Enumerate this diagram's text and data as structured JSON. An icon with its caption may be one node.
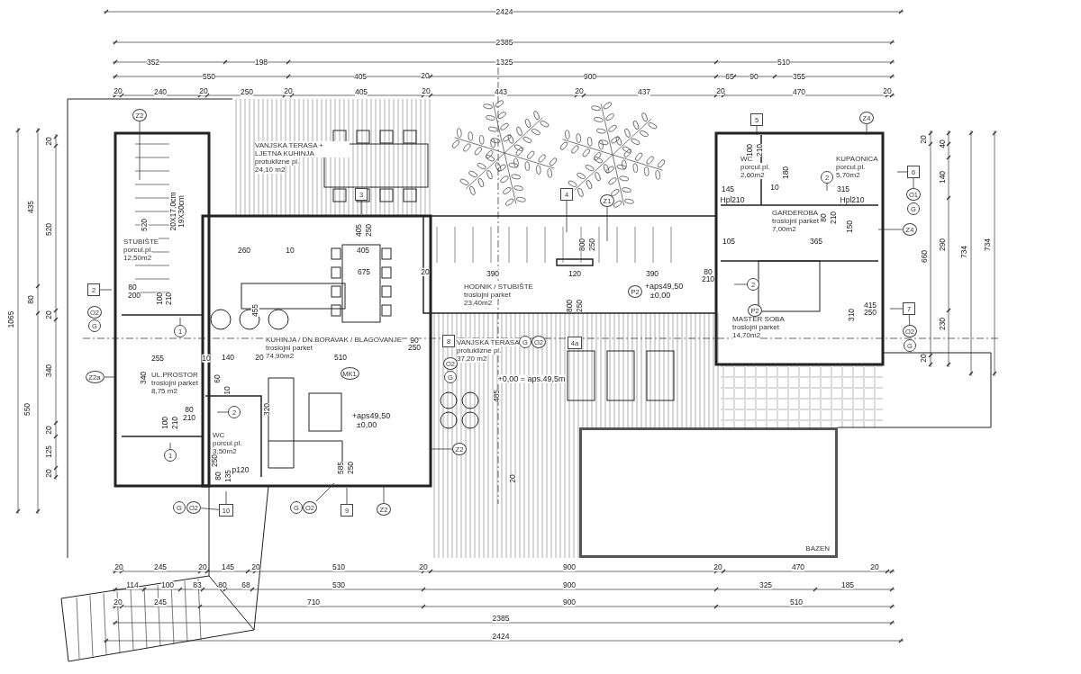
{
  "diagram": {
    "nodes": [
      {
        "text": [
          "VANJSKA TERASA + LJETNA KUHINJA",
          "protuklizne pl.",
          "24,10 m2"
        ]
      },
      {
        "text": [
          "STUBIŠTE",
          "porcul.pl.",
          "12,50m2"
        ]
      },
      {
        "text": [
          "KUHINJA / DN.BORAVAK / BLAGOVANJE",
          "troslojni parket",
          "74,90m2"
        ]
      },
      {
        "text": [
          "HODNIK / STUBIŠTE",
          "troslojni parket",
          "23,40m2"
        ]
      },
      {
        "text": [
          "UL.PROSTOR",
          "troslojni parket",
          "8,75 m2"
        ]
      },
      {
        "text": [
          "WC",
          "porcul.pl.",
          "3,50m2"
        ]
      },
      {
        "text": [
          "VANJSKA TERASA",
          "protuklizne pl.",
          "37,20 m2"
        ]
      },
      {
        "text": [
          "WC",
          "porcul.pl.",
          "2,60m2"
        ]
      },
      {
        "text": [
          "KUPAONICA",
          "porcul.pl.",
          "5,70m2"
        ]
      },
      {
        "text": [
          "GARDEROBA",
          "troslojni parket",
          "7,00m2"
        ]
      },
      {
        "text": [
          "MASTER SOBA",
          "troslojni parket",
          "14,70m2"
        ]
      },
      {
        "text": [
          "BAZEN"
        ]
      },
      {
        "text": [
          "Z2"
        ]
      },
      {
        "text": [
          "3"
        ]
      },
      {
        "text": [
          "4"
        ]
      },
      {
        "text": [
          "Z1"
        ]
      },
      {
        "text": [
          "5"
        ]
      },
      {
        "text": [
          "Z4"
        ]
      },
      {
        "text": [
          "6"
        ]
      },
      {
        "text": [
          "O1"
        ]
      },
      {
        "text": [
          "G"
        ]
      },
      {
        "text": [
          "Z4"
        ]
      },
      {
        "text": [
          "2"
        ]
      },
      {
        "text": [
          "O2"
        ]
      },
      {
        "text": [
          "G"
        ]
      },
      {
        "text": [
          "1"
        ]
      },
      {
        "text": [
          "P2"
        ]
      },
      {
        "text": [
          "2"
        ]
      },
      {
        "text": [
          "2"
        ]
      },
      {
        "text": [
          "7"
        ]
      },
      {
        "text": [
          "O2"
        ]
      },
      {
        "text": [
          "G"
        ]
      },
      {
        "text": [
          "P2"
        ]
      },
      {
        "text": [
          "8"
        ]
      },
      {
        "text": [
          "O2"
        ]
      },
      {
        "text": [
          "G"
        ]
      },
      {
        "text": [
          "G"
        ]
      },
      {
        "text": [
          "O2"
        ]
      },
      {
        "text": [
          "4a"
        ]
      },
      {
        "text": [
          "Z2a"
        ]
      },
      {
        "text": [
          "MK1"
        ]
      },
      {
        "text": [
          "2"
        ]
      },
      {
        "text": [
          "1"
        ]
      },
      {
        "text": [
          "G"
        ]
      },
      {
        "text": [
          "O2"
        ]
      },
      {
        "text": [
          "10"
        ]
      },
      {
        "text": [
          "G"
        ]
      },
      {
        "text": [
          "O2"
        ]
      },
      {
        "text": [
          "9"
        ]
      },
      {
        "text": [
          "Z2"
        ]
      },
      {
        "text": [
          "Z2"
        ]
      }
    ],
    "edges": [
      {
        "from": 12,
        "to": null,
        "arrow": "none"
      },
      {
        "from": 13,
        "to": null,
        "arrow": "none"
      },
      {
        "from": 14,
        "to": null,
        "arrow": "none"
      },
      {
        "from": 15,
        "to": null,
        "arrow": "none"
      },
      {
        "from": 16,
        "to": null,
        "arrow": "none"
      },
      {
        "from": 17,
        "to": null,
        "arrow": "none"
      },
      {
        "from": 18,
        "to": null,
        "arrow": "none"
      },
      {
        "from": 18,
        "to": 19,
        "arrow": "none"
      },
      {
        "from": 21,
        "to": null,
        "arrow": "none"
      },
      {
        "from": 22,
        "to": null,
        "arrow": "none"
      },
      {
        "from": 25,
        "to": null,
        "arrow": "none"
      },
      {
        "from": 29,
        "to": null,
        "arrow": "none"
      },
      {
        "from": 29,
        "to": 30,
        "arrow": "none"
      },
      {
        "from": 39,
        "to": null,
        "arrow": "none"
      },
      {
        "from": 44,
        "to": 45,
        "arrow": "none"
      },
      {
        "from": 45,
        "to": null,
        "arrow": "none"
      },
      {
        "from": 47,
        "to": null,
        "arrow": "none"
      },
      {
        "from": 48,
        "to": null,
        "arrow": "none"
      },
      {
        "from": 49,
        "to": null,
        "arrow": "none"
      },
      {
        "from": 50,
        "to": null,
        "arrow": "none"
      },
      {
        "from": 42,
        "to": null,
        "arrow": "none"
      },
      {
        "from": 41,
        "to": null,
        "arrow": "none"
      },
      {
        "from": 27,
        "to": null,
        "arrow": "none"
      },
      {
        "from": 28,
        "to": null,
        "arrow": "none"
      }
    ],
    "labels": [
      "2424",
      "2385",
      "352",
      "198",
      "1325",
      "510",
      "550",
      "405",
      "20",
      "900",
      "65",
      "90",
      "355",
      "20",
      "240",
      "20",
      "250",
      "20",
      "405",
      "20",
      "443",
      "20",
      "437",
      "20",
      "470",
      "20",
      "1065",
      "435",
      "80",
      "550",
      "20",
      "520",
      "20",
      "340",
      "20",
      "125",
      "20",
      "520",
      "20X17,0cm",
      "19X30cm",
      "405",
      "250",
      "260",
      "10",
      "405",
      "675",
      "20",
      "390",
      "120",
      "390",
      "800",
      "250",
      "80",
      "200",
      "100",
      "210",
      "455",
      "+aps49,50",
      "±0,00",
      "800",
      "250",
      "90",
      "250",
      "100",
      "210",
      "180",
      "145",
      "10",
      "315",
      "Hpl210",
      "Hpl210",
      "80",
      "210",
      "105",
      "365",
      "150",
      "80",
      "210",
      "310",
      "415",
      "250",
      "20",
      "40",
      "140",
      "660",
      "290",
      "734",
      "734",
      "230",
      "20",
      "255",
      "10",
      "140",
      "20",
      "510",
      "340",
      "60",
      "10",
      "+0,00 = aps.49,5m",
      "80",
      "210",
      "100",
      "210",
      "320",
      "485",
      "+aps49,50",
      "±0,00",
      "250",
      "80",
      "135",
      "p120",
      "585",
      "250",
      "20",
      "20",
      "245",
      "20",
      "145",
      "20",
      "510",
      "20",
      "900",
      "20",
      "470",
      "20",
      "114",
      "100",
      "83",
      "80",
      "68",
      "530",
      "900",
      "325",
      "185",
      "20",
      "245",
      "710",
      "900",
      "510",
      "2385",
      "2424"
    ]
  }
}
